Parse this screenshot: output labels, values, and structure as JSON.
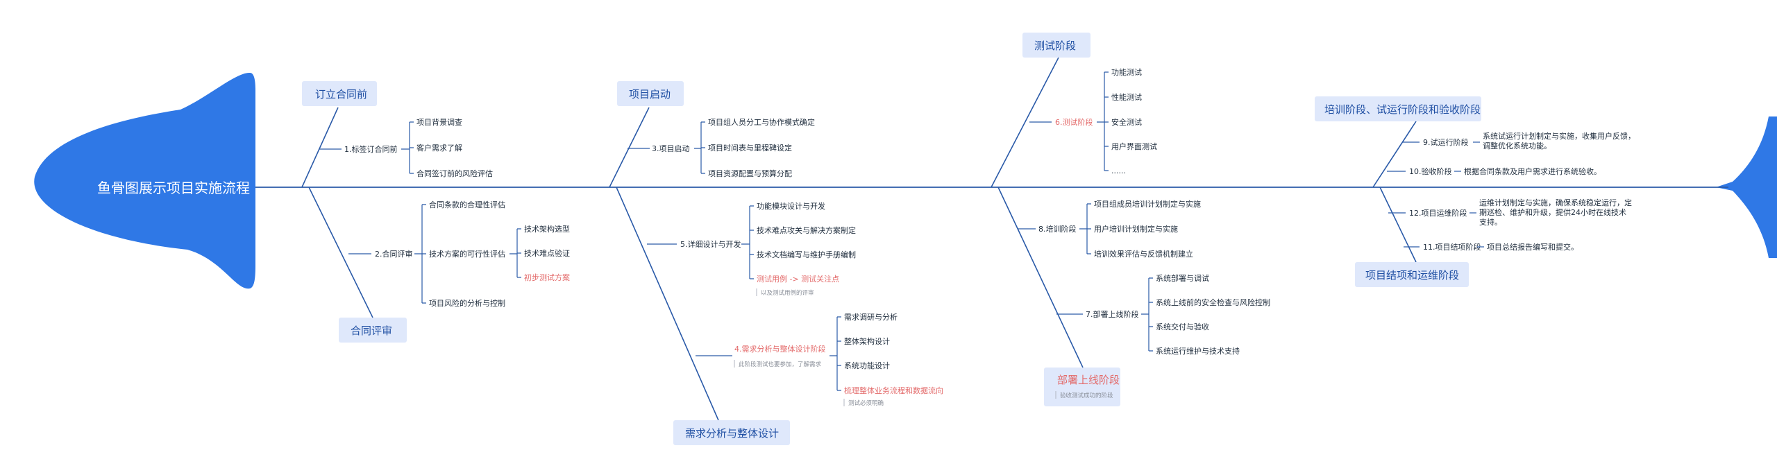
{
  "head": "鱼骨图展示项目实施流程",
  "colors": {
    "blue": "#2f78e6",
    "line": "#2a5aa8",
    "box": "#dfe8fb",
    "red": "#e36a6a"
  },
  "categories": {
    "c1": "订立合同前",
    "c2": "合同评审",
    "c3": "项目启动",
    "c4": "需求分析与整体设计",
    "c5": "测试阶段",
    "c6": "部署上线阶段",
    "c6_note": "验收测试成功的阶段",
    "c7": "培训阶段、试运行阶段和验收阶段",
    "c8": "项目结项和运维阶段"
  },
  "branches": {
    "b1": {
      "label": "1.标签订合同前",
      "items": [
        "项目背景调查",
        "客户需求了解",
        "合同签订前的风险评估"
      ]
    },
    "b2": {
      "label": "2.合同评审",
      "items": [
        "合同条款的合理性评估",
        "技术方案的可行性评估",
        "项目风险的分析与控制"
      ],
      "sub": [
        "技术架构选型",
        "技术难点验证",
        "初步测试方案"
      ]
    },
    "b3": {
      "label": "3.项目启动",
      "items": [
        "项目组人员分工与协作模式确定",
        "项目时间表与里程碑设定",
        "项目资源配置与预算分配"
      ]
    },
    "b5": {
      "label": "5.详细设计与开发",
      "items": [
        "功能模块设计与开发",
        "技术难点攻关与解决方案制定",
        "技术文档编写与维护手册编制",
        "测试用例 -> 测试关注点"
      ],
      "note": "以及测试用例的评审"
    },
    "b4": {
      "label": "4.需求分析与整体设计阶段",
      "note": "此阶段测试也要参加，了解需求",
      "items": [
        "需求调研与分析",
        "整体架构设计",
        "系统功能设计",
        "梳理整体业务流程和数据流向"
      ],
      "item_note": "测试必须明确"
    },
    "b6": {
      "label": "6.测试阶段",
      "items": [
        "功能测试",
        "性能测试",
        "安全测试",
        "用户界面测试",
        "......"
      ]
    },
    "b8": {
      "label": "8.培训阶段",
      "items": [
        "项目组成员培训计划制定与实施",
        "用户培训计划制定与实施",
        "培训效果评估与反馈机制建立"
      ]
    },
    "b7": {
      "label": "7.部署上线阶段",
      "items": [
        "系统部署与调试",
        "系统上线前的安全检查与风险控制",
        "系统交付与验收",
        "系统运行维护与技术支持"
      ]
    },
    "b9": {
      "label": "9.试运行阶段",
      "item_l1": "系统试运行计划制定与实施，收集用户反馈，",
      "item_l2": "调整优化系统功能。"
    },
    "b10": {
      "label": "10.验收阶段",
      "item": "根据合同条款及用户需求进行系统验收。"
    },
    "b12": {
      "label": "12.项目运维阶段",
      "item_l1": "运维计划制定与实施，确保系统稳定运行，定",
      "item_l2": "期巡检、维护和升级，提供24小时在线技术",
      "item_l3": "支持。"
    },
    "b11": {
      "label": "11.项目结项阶段",
      "item": "项目总结报告编写和提交。"
    }
  }
}
